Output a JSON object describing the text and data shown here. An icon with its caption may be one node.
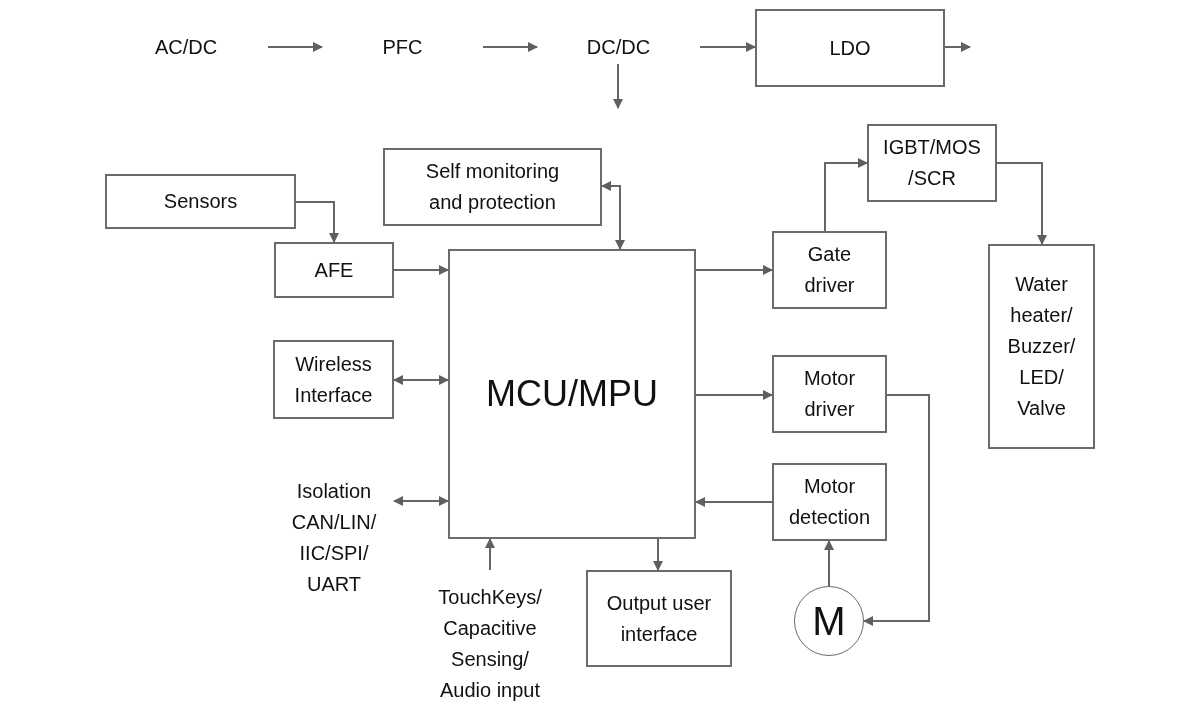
{
  "diagram": {
    "nodes": [
      {
        "text": [
          "AC/DC"
        ]
      },
      {
        "text": [
          "PFC"
        ]
      },
      {
        "text": [
          "DC/DC"
        ]
      },
      {
        "text": [
          "LDO"
        ]
      },
      {
        "text": [
          "Self monitoring and protection"
        ]
      },
      {
        "text": [
          "IGBT/MOS /SCR"
        ]
      },
      {
        "text": [
          "Sensors"
        ]
      },
      {
        "text": [
          "AFE"
        ]
      },
      {
        "text": [
          "MCU/MPU"
        ]
      },
      {
        "text": [
          "Gate driver"
        ]
      },
      {
        "text": [
          "Water heater/ Buzzer/ LED/ Valve"
        ]
      },
      {
        "text": [
          "Wireless Interface"
        ]
      },
      {
        "text": [
          "Motor driver"
        ]
      },
      {
        "text": [
          "Isolation CAN/LIN/ IIC/SPI/ UART"
        ]
      },
      {
        "text": [
          "Motor detection"
        ]
      },
      {
        "text": [
          "TouchKeys/ Capacitive Sensing/ Audio input"
        ]
      },
      {
        "text": [
          "Output user interface"
        ]
      },
      {
        "text": [
          "M"
        ]
      }
    ],
    "edges": [
      {
        "from": 0,
        "to": 1,
        "arrow": "to"
      },
      {
        "from": 1,
        "to": 2,
        "arrow": "to"
      },
      {
        "from": 2,
        "to": 3,
        "arrow": "to"
      },
      {
        "from": 3,
        "to": null,
        "arrow": "to"
      },
      {
        "from": 2,
        "to": null,
        "arrow": "to"
      },
      {
        "from": 6,
        "to": 7,
        "arrow": "to"
      },
      {
        "from": 7,
        "to": 8,
        "arrow": "to"
      },
      {
        "from": 4,
        "to": 8,
        "arrow": "both"
      },
      {
        "from": 8,
        "to": 9,
        "arrow": "to"
      },
      {
        "from": 9,
        "to": 5,
        "arrow": "to"
      },
      {
        "from": 5,
        "to": 10,
        "arrow": "to"
      },
      {
        "from": 11,
        "to": 8,
        "arrow": "both"
      },
      {
        "from": 8,
        "to": 12,
        "arrow": "to"
      },
      {
        "from": 12,
        "to": 17,
        "arrow": "to"
      },
      {
        "from": 17,
        "to": 14,
        "arrow": "to"
      },
      {
        "from": 14,
        "to": 8,
        "arrow": "to"
      },
      {
        "from": 13,
        "to": 8,
        "arrow": "both"
      },
      {
        "from": 15,
        "to": 8,
        "arrow": "to"
      },
      {
        "from": 8,
        "to": 16,
        "arrow": "to"
      }
    ]
  }
}
